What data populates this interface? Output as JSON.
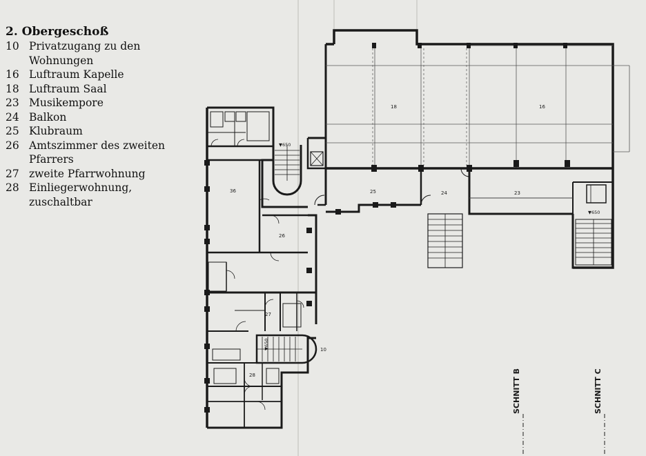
{
  "legend": {
    "title": "2. Obergeschoß",
    "items": [
      {
        "num": "10",
        "text": "Privatzugang zu den Wohnungen"
      },
      {
        "num": "16",
        "text": "Luftraum Kapelle"
      },
      {
        "num": "18",
        "text": "Luftraum Saal"
      },
      {
        "num": "23",
        "text": "Musikempore"
      },
      {
        "num": "24",
        "text": "Balkon"
      },
      {
        "num": "25",
        "text": "Klubraum"
      },
      {
        "num": "26",
        "text": "Amtszimmer des zweiten Pfarrers"
      },
      {
        "num": "27",
        "text": "zweite Pfarrwohnung"
      },
      {
        "num": "28",
        "text": "Einliegerwohnung, zuschaltbar"
      }
    ]
  },
  "plan": {
    "room_labels": {
      "r18": "18",
      "r16": "16",
      "r25": "25",
      "r24": "24",
      "r23": "23",
      "r36": "36",
      "r26": "26",
      "r27": "27",
      "r28": "28",
      "r10": "10"
    },
    "level_marks": {
      "l1": "▼650",
      "l2": "▼650",
      "l3": "▼650"
    },
    "sections": {
      "b": "SCHNITT B",
      "c": "SCHNITT C"
    }
  },
  "colors": {
    "paper": "#e9e9e6",
    "ink": "#1a1a1a"
  }
}
